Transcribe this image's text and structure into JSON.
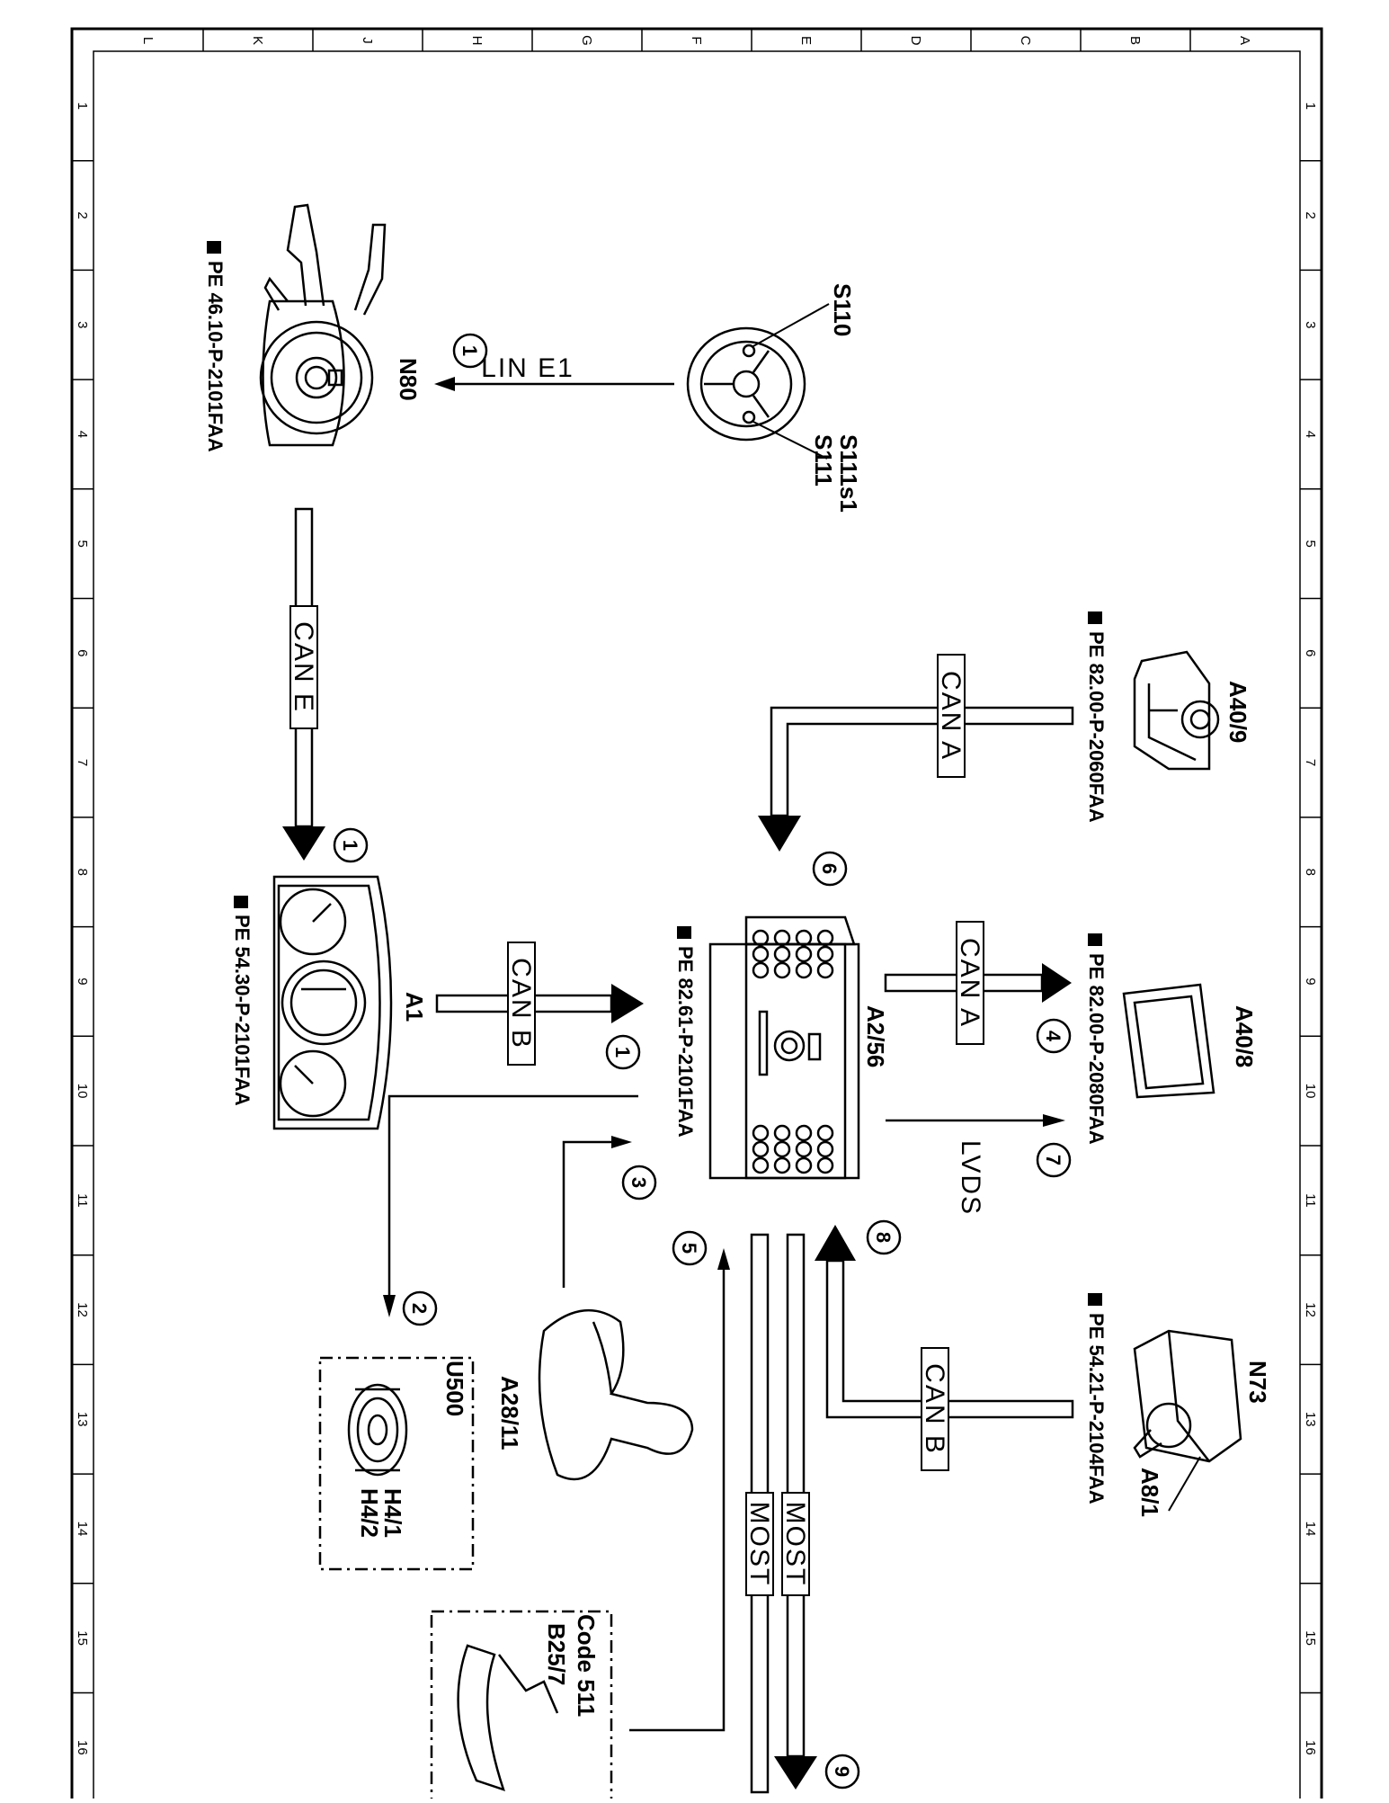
{
  "frame": {
    "col_letters": [
      "L",
      "K",
      "J",
      "H",
      "G",
      "F",
      "E",
      "D",
      "C",
      "B",
      "A"
    ],
    "row_numbers": [
      "1",
      "2",
      "3",
      "4",
      "5",
      "6",
      "7",
      "8",
      "9",
      "10",
      "11",
      "12",
      "13",
      "14",
      "15",
      "16"
    ]
  },
  "components": {
    "s110": "S110",
    "s111": "S111s1\nS111",
    "n80": "N80",
    "n80_ref": "PE 46.10-P-2101FAA",
    "a40_9": "A40/9",
    "a40_9_ref": "PE 82.00-P-2060FAA",
    "a1": "A1",
    "a1_ref": "PE 54.30-P-2101FAA",
    "a2_56": "A2/56",
    "a2_56_ref": "PE 82.61-P-2101FAA",
    "a40_8": "A40/8",
    "a40_8_ref": "PE 82.00-P-2080FAA",
    "n73": "N73",
    "a8_1": "A8/1",
    "n73_ref": "PE 54.21-P-2104FAA",
    "a28_11": "A28/11",
    "u500": "U500",
    "h4": "H4/1\nH4/2",
    "code511": "Code 511",
    "b25_7": "B25/7"
  },
  "buses": {
    "lin_e1": "LIN  E1",
    "can_e": "CAN E",
    "can_a_top": "CAN A",
    "can_b": "CAN B",
    "can_a_right": "CAN A",
    "lvds": "LVDS",
    "can_b_low": "CAN B",
    "most_1": "MOST",
    "most_2": "MOST"
  },
  "markers": [
    "1",
    "1",
    "1",
    "2",
    "3",
    "4",
    "5",
    "6",
    "7",
    "8",
    "9"
  ]
}
